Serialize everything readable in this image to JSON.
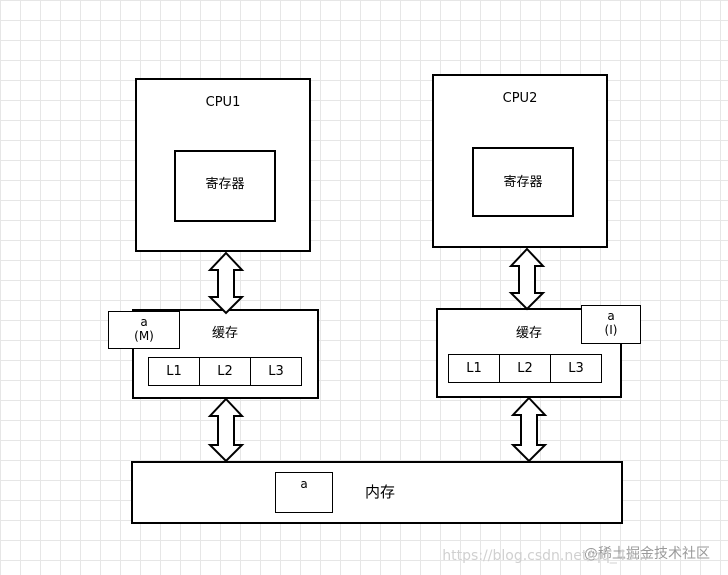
{
  "cpu1": {
    "title": "CPU1",
    "register": "寄存器",
    "cache": {
      "title": "缓存",
      "levels": [
        "L1",
        "L2",
        "L3"
      ],
      "tag": {
        "var": "a",
        "state": "(M)"
      }
    }
  },
  "cpu2": {
    "title": "CPU2",
    "register": "寄存器",
    "cache": {
      "title": "缓存",
      "levels": [
        "L1",
        "L2",
        "L3"
      ],
      "tag": {
        "var": "a",
        "state": "(I)"
      }
    }
  },
  "memory": {
    "title": "内存",
    "var": "a"
  },
  "watermark": {
    "url": "https://blog.csdn.net/qq_43...",
    "text": "@稀土掘金技术社区"
  }
}
